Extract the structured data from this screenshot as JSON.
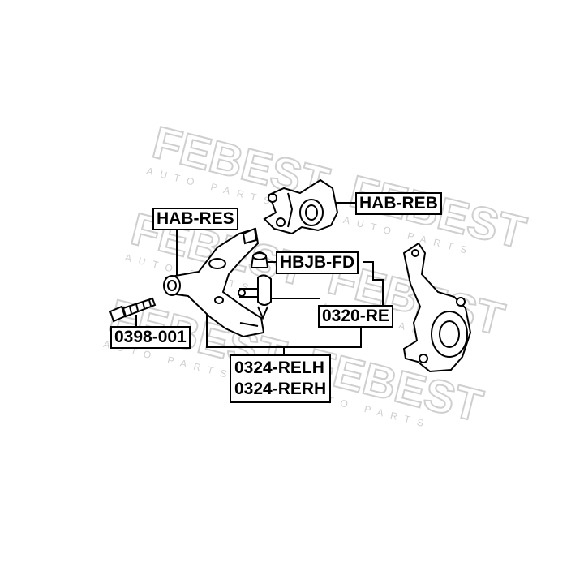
{
  "watermark": {
    "brand": "FEBEST",
    "tagline": "AUTO PARTS",
    "color": "#c8c8c8"
  },
  "labels": {
    "hab_reb": "HAB-REB",
    "hab_res": "HAB-RES",
    "hbjb_fd": "HBJB-FD",
    "r0320_re": "0320-RE",
    "r0398_001": "0398-001",
    "r0324_relh": "0324-RELH",
    "r0324_rerh": "0324-RERH"
  },
  "colors": {
    "line": "#000000",
    "label_border": "#000000",
    "background": "#ffffff"
  }
}
